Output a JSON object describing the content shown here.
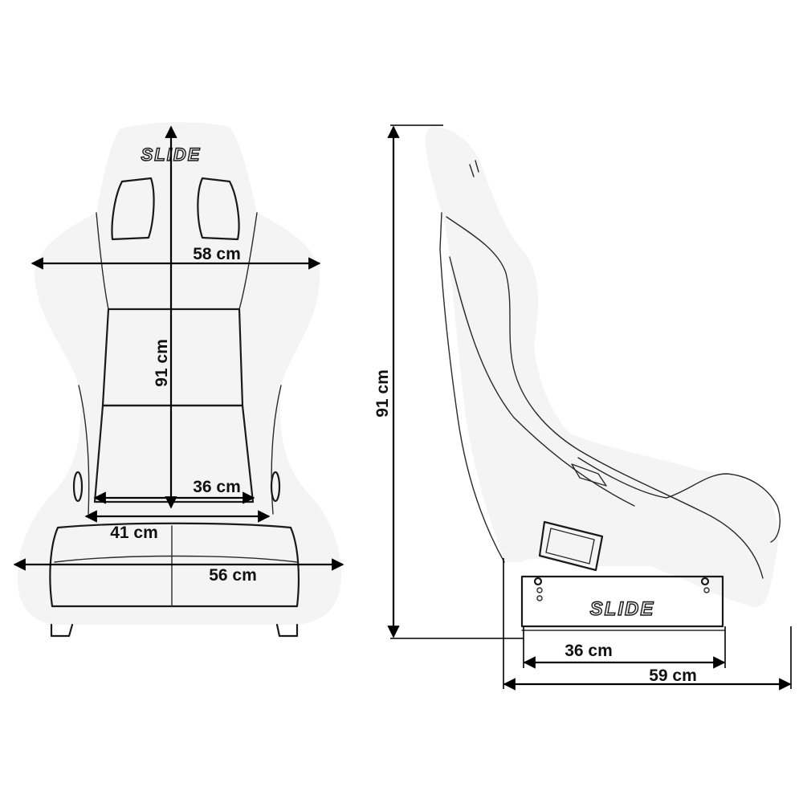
{
  "brand": {
    "logo_text": "SLIDE"
  },
  "front_view": {
    "width_top": "58 cm",
    "height": "91 cm",
    "seat_inner_width": "36 cm",
    "seat_width": "41 cm",
    "base_width": "56 cm"
  },
  "side_view": {
    "height": "91 cm",
    "rail_length": "36 cm",
    "depth": "59 cm"
  },
  "colors": {
    "line": "#1a1a1a",
    "paper": "#ffffff"
  }
}
